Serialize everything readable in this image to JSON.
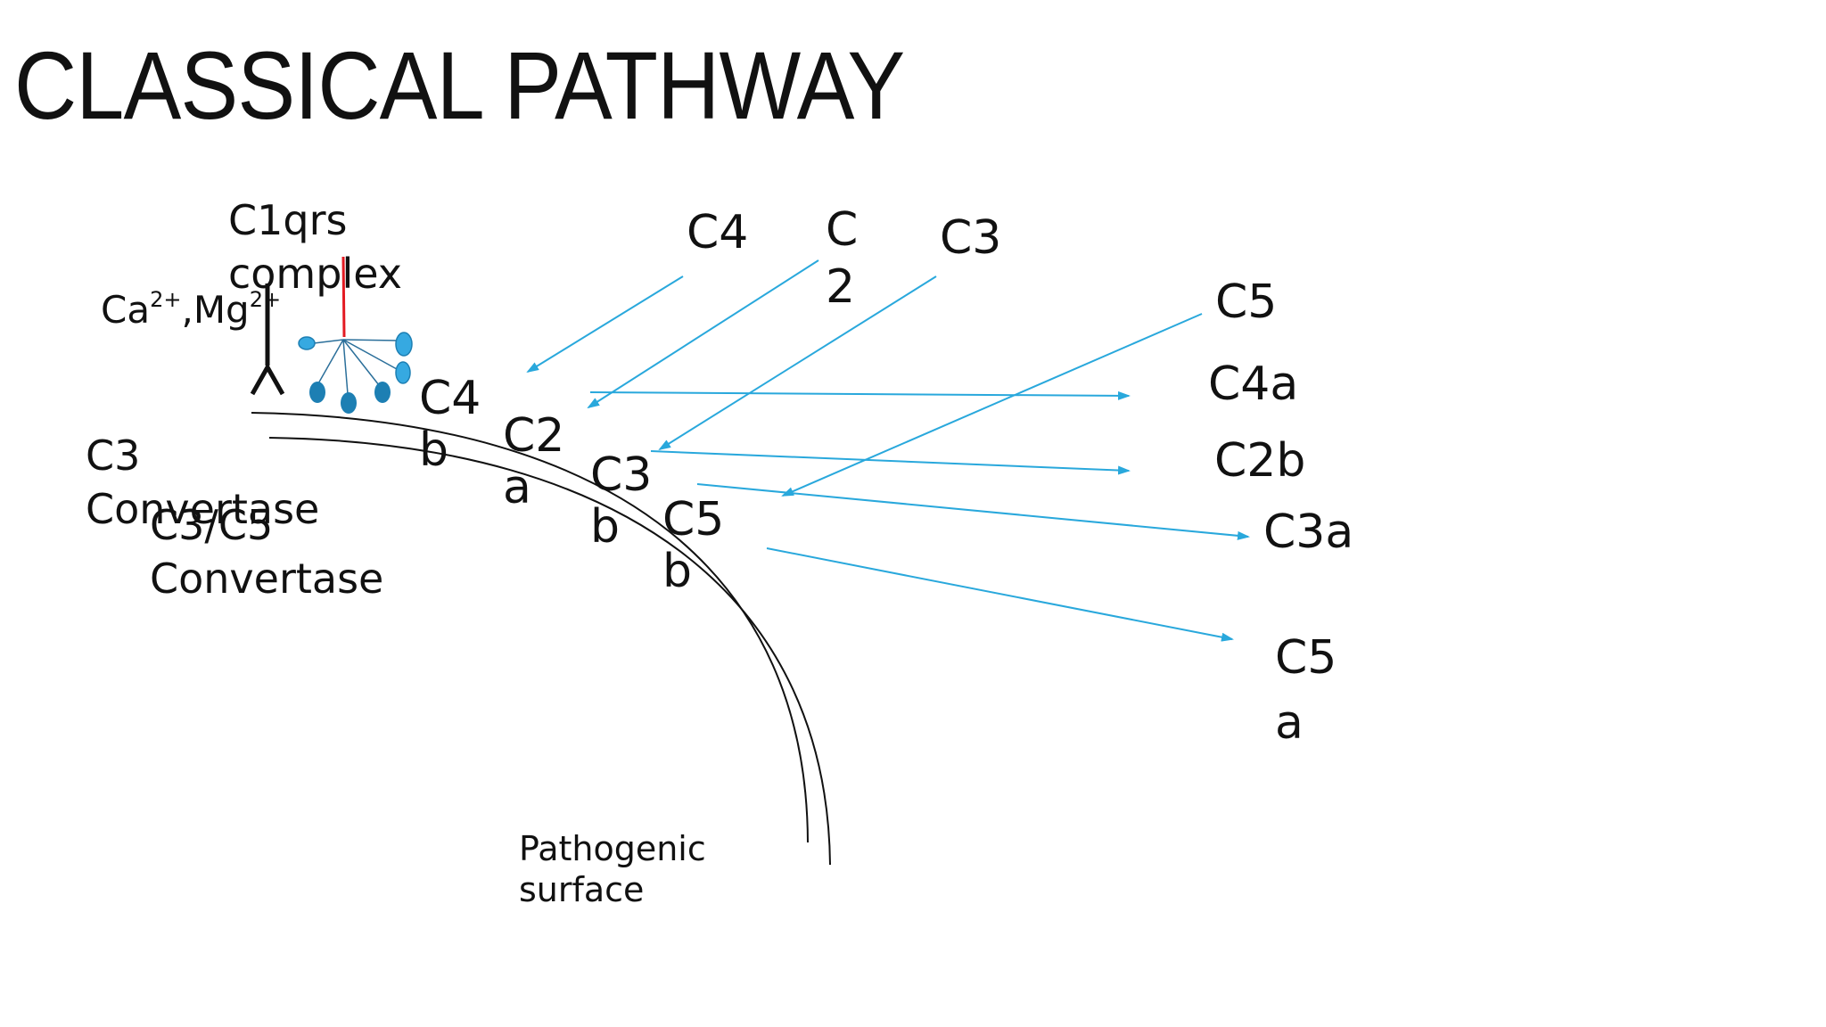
{
  "slide": {
    "title": "CLASSICAL PATHWAY"
  },
  "labels": {
    "c1qrs_line1": "C1qrs",
    "c1qrs_line2": "complex",
    "ions_ca": "Ca",
    "ions_ca_charge": "2+",
    "ions_sep": ",Mg",
    "ions_mg_charge": "2+",
    "c3_convertase_line1": "C3",
    "c3_convertase_line2": "Convertase",
    "c5_convertase_line1": "C3/C5",
    "c5_convertase_line2": "Convertase",
    "pathogenic_surface_line1": "Pathogenic",
    "pathogenic_surface_line2": "surface",
    "input_c4": "C4",
    "input_c2_line1": "C",
    "input_c2_line2": "2",
    "input_c3": "C3",
    "input_c5": "C5",
    "bound_c4b_line1": "C4",
    "bound_c4b_line2": "b",
    "bound_c2a_line1": "C2",
    "bound_c2a_line2": "a",
    "bound_c3b_line1": "C3",
    "bound_c3b_line2": "b",
    "bound_c5b_line1": "C5",
    "bound_c5b_line2": "b",
    "released_c4a": "C4a",
    "released_c2b": "C2b",
    "released_c3a": "C3a",
    "released_c5a_line1": "C5",
    "released_c5a_line2": "a"
  },
  "colors": {
    "arrow": "#29a8dc",
    "membrane": "#111111",
    "c1q_stalk": "#e31b23",
    "antibody": "#111111",
    "c1_head_dark": "#1d7fb3",
    "c1_head_light": "#36a9e1"
  }
}
